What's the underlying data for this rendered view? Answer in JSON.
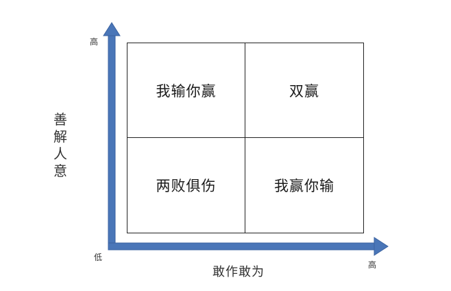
{
  "axes": {
    "y_title": "善解人意",
    "x_title": "敢作敢为",
    "y_high": "高",
    "x_high": "高",
    "origin_low": "低",
    "arrow_color": "#4a76b8"
  },
  "quadrants": {
    "top_left": "我输你赢",
    "top_right": "双赢",
    "bottom_left": "两败俱伤",
    "bottom_right": "我赢你输"
  }
}
